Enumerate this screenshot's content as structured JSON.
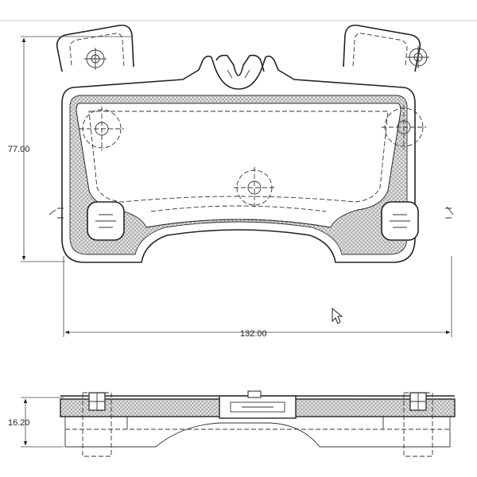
{
  "dimensions": {
    "height": "77.00",
    "width": "132.00",
    "thickness": "16.20"
  },
  "icons": {
    "cursor": "mouse-pointer-arrow-icon"
  }
}
